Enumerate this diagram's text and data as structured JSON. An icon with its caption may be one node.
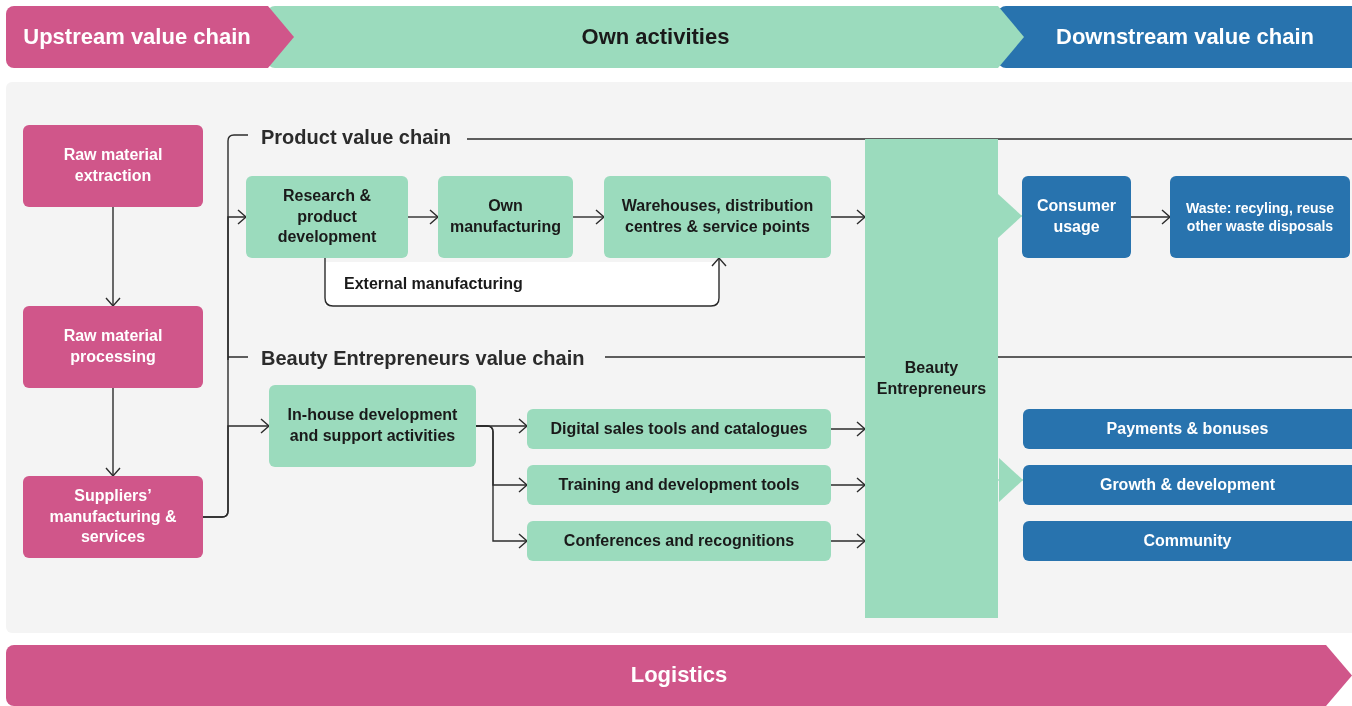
{
  "diagram": {
    "nodes": [
      {
        "text": [
          "Upstream value chain"
        ]
      },
      {
        "text": [
          "Own activities"
        ]
      },
      {
        "text": [
          "Downstream value chain"
        ]
      },
      {
        "text": [
          "Raw material extraction"
        ]
      },
      {
        "text": [
          "Raw material processing"
        ]
      },
      {
        "text": [
          "Suppliers’ manufacturing & services"
        ]
      },
      {
        "text": [
          "Research & product development"
        ]
      },
      {
        "text": [
          "Own manufacturing"
        ]
      },
      {
        "text": [
          "Warehouses, distribution centres & service points"
        ]
      },
      {
        "text": [
          "In-house development and support activities"
        ]
      },
      {
        "text": [
          "Digital sales tools and catalogues"
        ]
      },
      {
        "text": [
          "Training and development tools"
        ]
      },
      {
        "text": [
          "Conferences and recognitions"
        ]
      },
      {
        "text": [
          "Beauty Entrepreneurs"
        ]
      },
      {
        "text": [
          "Consumer usage"
        ]
      },
      {
        "text": [
          "Waste: recyling, reuse other waste disposals"
        ]
      },
      {
        "text": [
          "Payments & bonuses"
        ]
      },
      {
        "text": [
          "Growth & development"
        ]
      },
      {
        "text": [
          "Community"
        ]
      },
      {
        "text": [
          "Logistics"
        ]
      }
    ],
    "edges": [
      {
        "from": 3,
        "to": 4,
        "arrow": "to"
      },
      {
        "from": 4,
        "to": 5,
        "arrow": "to"
      },
      {
        "from": 5,
        "to": 6,
        "arrow": "to"
      },
      {
        "from": 5,
        "to": 9,
        "arrow": "to"
      },
      {
        "from": 6,
        "to": 7,
        "arrow": "to"
      },
      {
        "from": 7,
        "to": 8,
        "arrow": "to"
      },
      {
        "from": 6,
        "to": 8,
        "arrow": "to",
        "label": "External manufacturing"
      },
      {
        "from": 8,
        "to": 13,
        "arrow": "to"
      },
      {
        "from": 9,
        "to": 10,
        "arrow": "to"
      },
      {
        "from": 9,
        "to": 11,
        "arrow": "to"
      },
      {
        "from": 9,
        "to": 12,
        "arrow": "to"
      },
      {
        "from": 10,
        "to": 13,
        "arrow": "to"
      },
      {
        "from": 11,
        "to": 13,
        "arrow": "to"
      },
      {
        "from": 12,
        "to": 13,
        "arrow": "to"
      },
      {
        "from": 13,
        "to": 14,
        "arrow": "to",
        "color": "#9bdbbd"
      },
      {
        "from": 13,
        "to": 17,
        "arrow": "to",
        "color": "#9bdbbd"
      },
      {
        "from": 14,
        "to": 15,
        "arrow": "to"
      }
    ],
    "labels": [
      "Product value chain",
      "Beauty Entrepreneurs value chain"
    ]
  }
}
